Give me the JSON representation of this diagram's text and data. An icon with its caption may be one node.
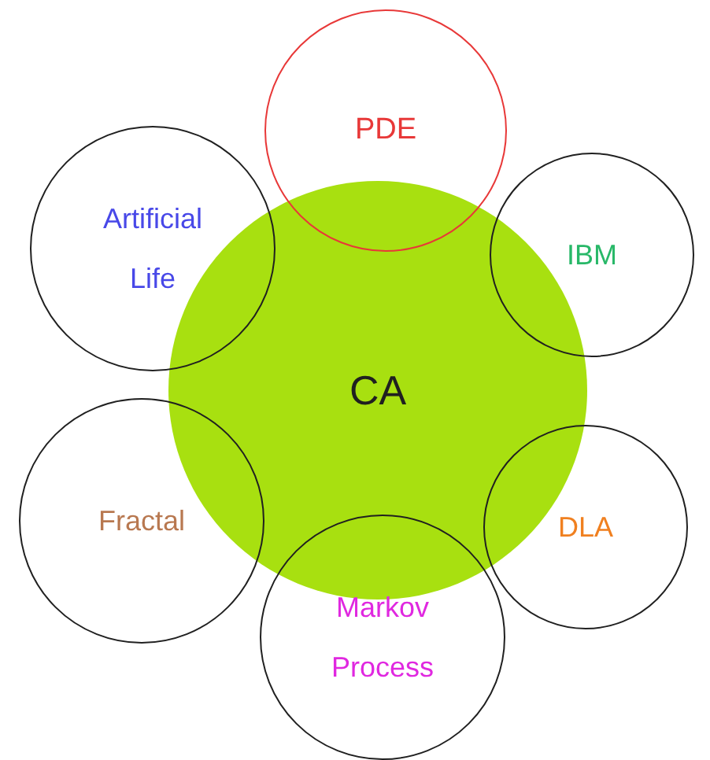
{
  "diagram": {
    "nodes": [
      {
        "text": [
          "CA"
        ]
      },
      {
        "text": [
          "PDE"
        ]
      },
      {
        "text": [
          "Artificial Life"
        ]
      },
      {
        "text": [
          "IBM"
        ]
      },
      {
        "text": [
          "Fractal"
        ]
      },
      {
        "text": [
          "DLA"
        ]
      },
      {
        "text": [
          "Markov Process"
        ]
      }
    ]
  }
}
